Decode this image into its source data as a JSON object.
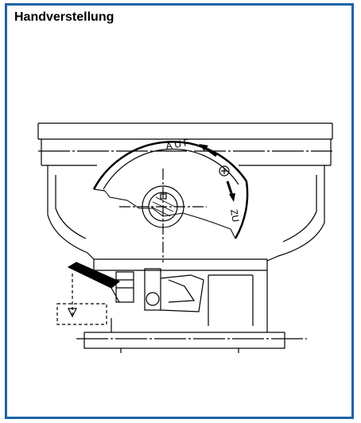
{
  "panel": {
    "title": "Handverstellung",
    "border_color": "#1f63a8"
  },
  "drawing": {
    "label_open": "AUF",
    "label_close": "ZU",
    "plus_symbol": "+"
  }
}
